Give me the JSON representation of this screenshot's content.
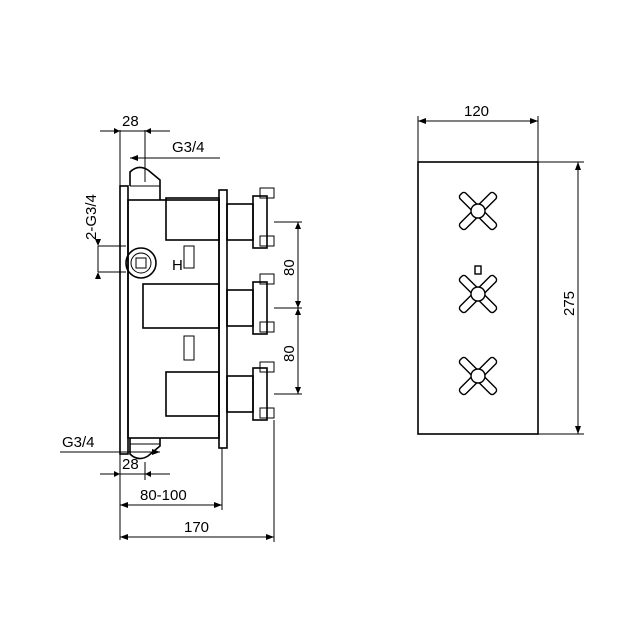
{
  "side_view": {
    "dim_top_28": "28",
    "dim_top_thread": "G3/4",
    "dim_inlet_thread": "2-G3/4",
    "hot_marker": "H",
    "dim_spacing_upper": "80",
    "dim_spacing_lower": "80",
    "dim_bottom_thread": "G3/4",
    "dim_bottom_28": "28",
    "dim_depth_range": "80-100",
    "dim_total_depth": "170"
  },
  "front_view": {
    "dim_width": "120",
    "dim_height": "275"
  }
}
